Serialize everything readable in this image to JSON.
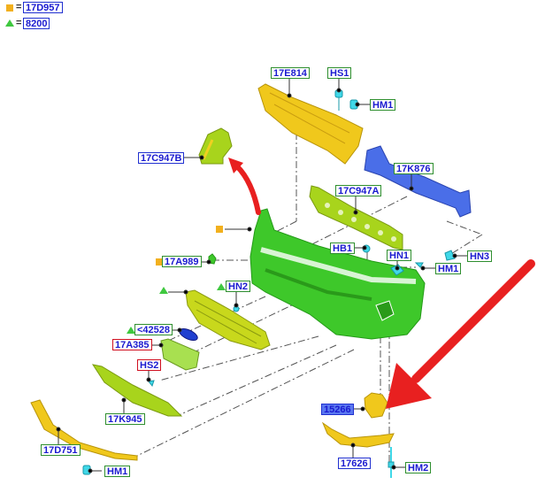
{
  "legend": {
    "items": [
      {
        "symbol": "orange-square",
        "equals": "=",
        "code": "17D957",
        "color": "#f2b01e"
      },
      {
        "symbol": "green-triangle",
        "equals": "=",
        "code": "8200",
        "color": "#3fc83f"
      }
    ]
  },
  "colors": {
    "bumper_green": "#3ec82a",
    "reinforcement_blue": "#4a6ee8",
    "yellow_part": "#f0c81c",
    "olive_part": "#a8d41c",
    "clip_cyan": "#40d8e8",
    "arrow_red": "#e82020"
  },
  "labels": {
    "l17E814": "17E814",
    "lHS1": "HS1",
    "lHM1_top": "HM1",
    "l17C947B": "17C947B",
    "l17K876": "17K876",
    "l17C947A": "17C947A",
    "lHB1": "HB1",
    "lHN1": "HN1",
    "lHM1_mid": "HM1",
    "lHN3": "HN3",
    "l17A989": "17A989",
    "lHN2": "HN2",
    "l42528": "<42528",
    "l17A385": "17A385",
    "lHS2": "HS2",
    "l17K945": "17K945",
    "l17D751": "17D751",
    "lHM1_bottom": "HM1",
    "l15266": "15266",
    "l17626": "17626",
    "lHM2": "HM2"
  }
}
